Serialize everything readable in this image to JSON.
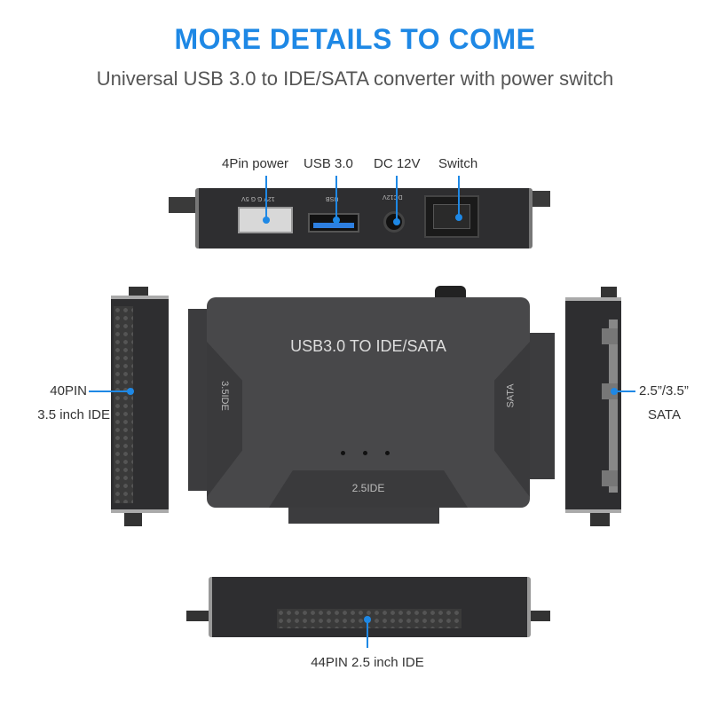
{
  "header": {
    "title": "MORE DETAILS TO COME",
    "subtitle": "Universal USB 3.0 to IDE/SATA converter with power switch"
  },
  "top_view": {
    "labels": [
      "4Pin power",
      "USB 3.0",
      "DC 12V",
      "Switch"
    ],
    "port_markings": [
      "12V G G 5V",
      "USB",
      "DC12V"
    ]
  },
  "main_device": {
    "title": "USB3.0 TO IDE/SATA",
    "port_3_5": "3.5IDE",
    "port_sata": "SATA",
    "port_2_5": "2.5IDE"
  },
  "left_view": {
    "label_line1": "40PIN",
    "label_line2": "3.5 inch IDE"
  },
  "right_view": {
    "label_line1": "2.5”/3.5”",
    "label_line2": "SATA"
  },
  "bottom_view": {
    "label": "44PIN 2.5 inch IDE"
  },
  "colors": {
    "accent": "#1e88e5",
    "device": "#2e2e30"
  }
}
